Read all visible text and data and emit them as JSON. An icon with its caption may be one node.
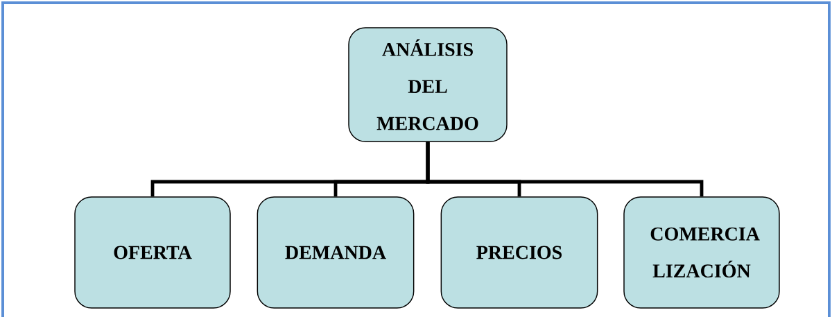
{
  "diagram": {
    "nodes": [
      {
        "text": [
          "ANÁLISIS DEL MERCADO"
        ]
      },
      {
        "text": [
          "OFERTA"
        ]
      },
      {
        "text": [
          "DEMANDA"
        ]
      },
      {
        "text": [
          "PRECIOS"
        ]
      },
      {
        "text": [
          "COMERCIA LIZACIÓN"
        ]
      }
    ],
    "edges": [
      {
        "from": 0,
        "to": 1,
        "arrow": "none"
      },
      {
        "from": 0,
        "to": 2,
        "arrow": "none"
      },
      {
        "from": 0,
        "to": 3,
        "arrow": "none"
      },
      {
        "from": 0,
        "to": 4,
        "arrow": "none"
      }
    ]
  }
}
